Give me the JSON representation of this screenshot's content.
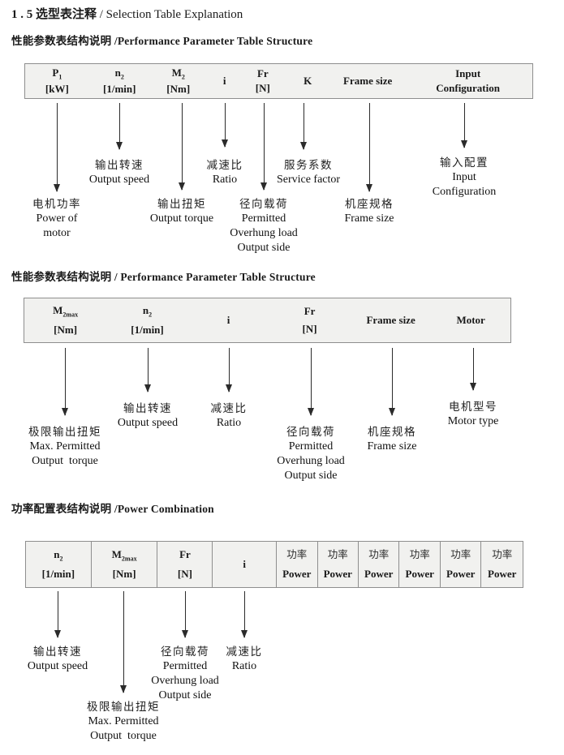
{
  "heading": {
    "cn": "1 . 5 选型表注释",
    "en": " /  Selection Table Explanation"
  },
  "s1": {
    "title": "性能参数表结构说明 /Performance Parameter Table Structure",
    "cols": [
      {
        "sym": "P",
        "sub": "1",
        "unit": "[kW]"
      },
      {
        "sym": "n",
        "sub": "2",
        "unit": "[1/min]"
      },
      {
        "sym": "M",
        "sub": "2",
        "unit": "[Nm]"
      },
      {
        "sym": "i"
      },
      {
        "sym": "Fr",
        "unit": "[N]"
      },
      {
        "sym": "K"
      },
      {
        "sym": "Frame size"
      },
      {
        "sym": "Input",
        "unit": "Configuration"
      }
    ],
    "ann": [
      {
        "cn": "电机功率",
        "en": [
          "Power of",
          "motor"
        ]
      },
      {
        "cn": "输出转速",
        "en": [
          "Output speed"
        ]
      },
      {
        "cn": "输出扭矩",
        "en": [
          "Output torque"
        ]
      },
      {
        "cn": "减速比",
        "en": [
          "Ratio"
        ]
      },
      {
        "cn": "径向载荷",
        "en": [
          "Permitted",
          "Overhung load",
          "Output side"
        ]
      },
      {
        "cn": "服务系数",
        "en": [
          "Service factor"
        ]
      },
      {
        "cn": "机座规格",
        "en": [
          "Frame size"
        ]
      },
      {
        "cn": "输入配置",
        "en": [
          "Input",
          "Configuration"
        ]
      }
    ]
  },
  "s2": {
    "title": "性能参数表结构说明 / Performance Parameter Table Structure",
    "cols": [
      {
        "sym": "M",
        "sub": "2max",
        "unit": "[Nm]"
      },
      {
        "sym": "n",
        "sub": "2",
        "unit": "[1/min]"
      },
      {
        "sym": "i"
      },
      {
        "sym": "Fr",
        "unit": "[N]"
      },
      {
        "sym": "Frame size"
      },
      {
        "sym": "Motor"
      }
    ],
    "ann": [
      {
        "cn": "极限输出扭矩",
        "en": [
          "Max. Permitted",
          "Output  torque"
        ]
      },
      {
        "cn": "输出转速",
        "en": [
          "Output speed"
        ]
      },
      {
        "cn": "减速比",
        "en": [
          "Ratio"
        ]
      },
      {
        "cn": "径向载荷",
        "en": [
          "Permitted",
          "Overhung load",
          "Output side"
        ]
      },
      {
        "cn": "机座规格",
        "en": [
          "Frame size"
        ]
      },
      {
        "cn": "电机型号",
        "en": [
          "Motor type"
        ]
      }
    ]
  },
  "s3": {
    "title": "功率配置表结构说明 /Power Combination",
    "cols": [
      {
        "sym": "n",
        "sub": "2",
        "unit": "[1/min]"
      },
      {
        "sym": "M",
        "sub": "2max",
        "unit": "[Nm]"
      },
      {
        "sym": "Fr",
        "unit": "[N]"
      },
      {
        "sym": "i"
      }
    ],
    "power": {
      "cn": "功率",
      "en": "Power"
    },
    "ann": [
      {
        "cn": "输出转速",
        "en": [
          "Output speed"
        ]
      },
      {
        "cn": "极限输出扭矩",
        "en": [
          "Max. Permitted",
          "Output  torque"
        ]
      },
      {
        "cn": "径向载荷",
        "en": [
          "Permitted",
          "Overhung load",
          "Output side"
        ]
      },
      {
        "cn": "减速比",
        "en": [
          "Ratio"
        ]
      }
    ]
  }
}
